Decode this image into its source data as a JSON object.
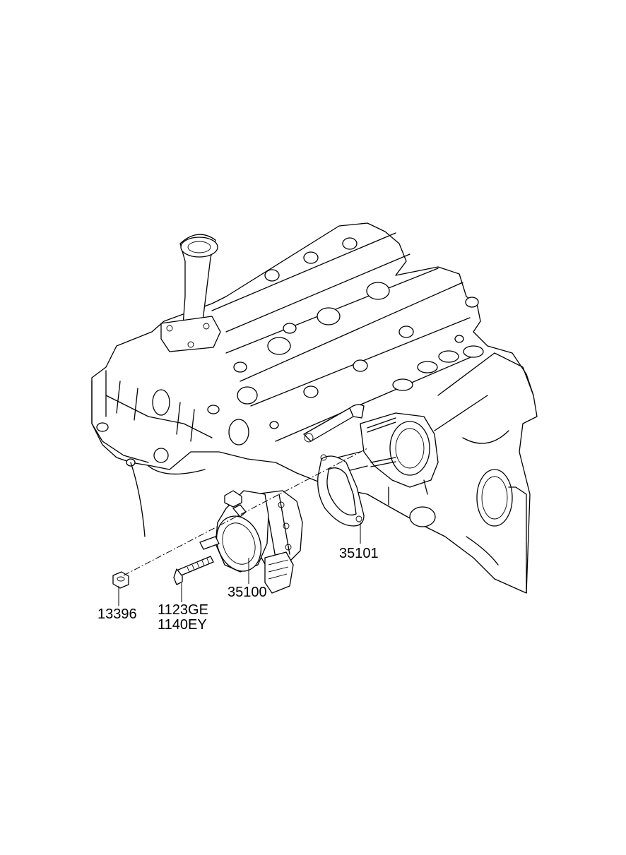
{
  "labels": {
    "nut": "13396",
    "bolt_line1": "1123GE",
    "bolt_line2": "1140EY",
    "throttle_body": "35100",
    "gasket": "35101"
  }
}
